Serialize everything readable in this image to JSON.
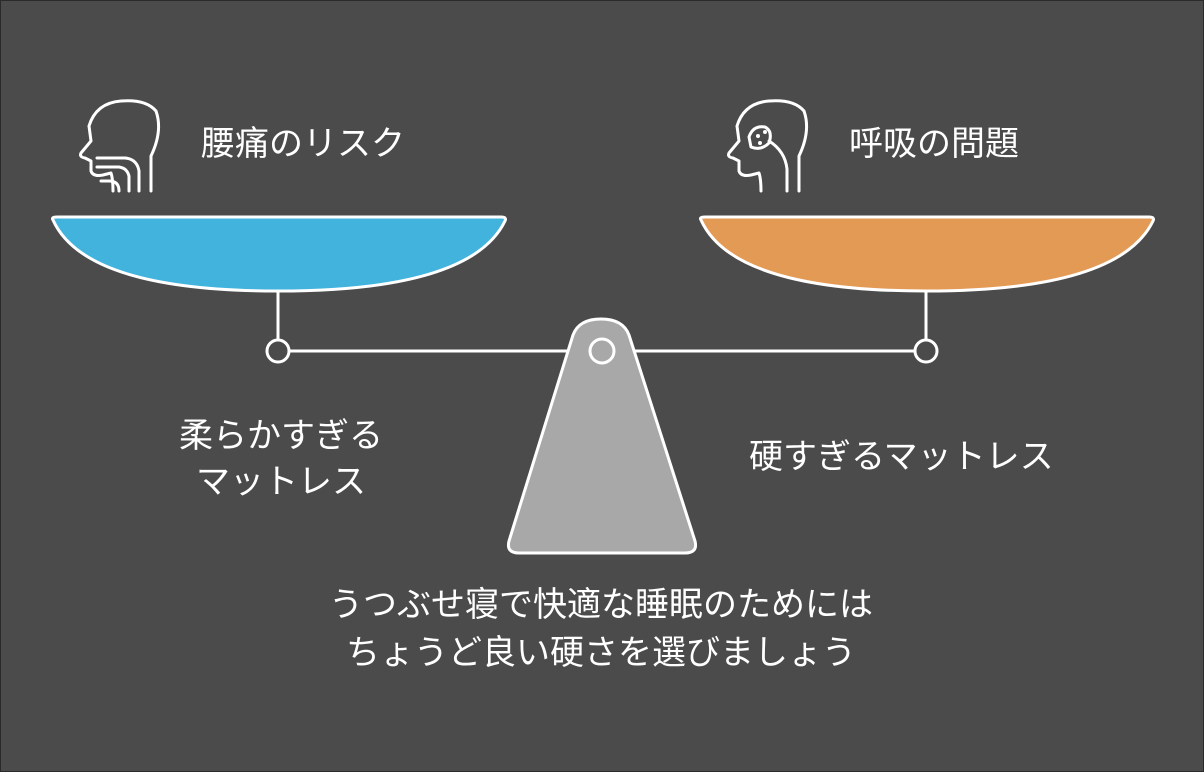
{
  "left": {
    "title": "腰痛のリスク",
    "caption_line1": "柔らかすぎる",
    "caption_line2": "マットレス",
    "icon": "head-throat-icon",
    "color": "#41b3dc"
  },
  "right": {
    "title": "呼吸の問題",
    "caption": "硬すぎるマットレス",
    "icon": "head-sinus-icon",
    "color": "#e39a55"
  },
  "bottom": {
    "line1": "うつぶせ寝で快適な睡眠のためには",
    "line2": "ちょうど良い硬さを選びましょう"
  },
  "colors": {
    "background": "#4b4b4b",
    "fulcrum": "#a8a8a8",
    "line": "#ffffff"
  }
}
